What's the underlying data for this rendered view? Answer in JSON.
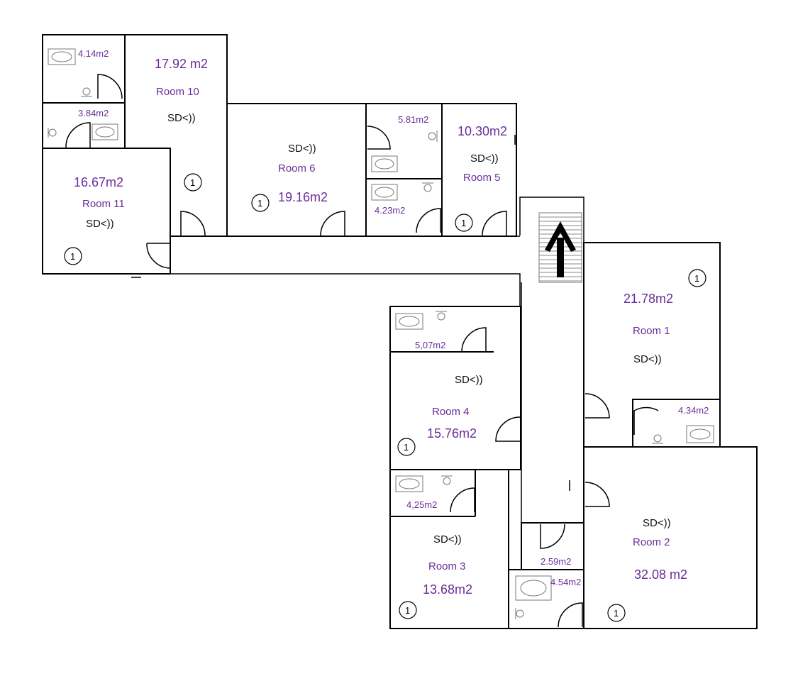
{
  "rooms": {
    "room1": {
      "name": "Room 1",
      "area": "21.78m2",
      "sd": "SD<))",
      "marker": "1"
    },
    "room2": {
      "name": "Room 2",
      "area": "32.08 m2",
      "sd": "SD<))",
      "marker": "1"
    },
    "room3": {
      "name": "Room 3",
      "area": "13.68m2",
      "sd": "SD<))",
      "marker": "1"
    },
    "room4": {
      "name": "Room 4",
      "area": "15.76m2",
      "sd": "SD<))",
      "marker": "1"
    },
    "room5": {
      "name": "Room 5",
      "area": "10.30m2",
      "sd": "SD<))",
      "marker": "1"
    },
    "room6": {
      "name": "Room 6",
      "area": "19.16m2",
      "sd": "SD<))",
      "marker": "1"
    },
    "room10": {
      "name": "Room 10",
      "area": "17.92 m2",
      "sd": "SD<))",
      "marker": "1"
    },
    "room11": {
      "name": "Room 11",
      "area": "16.67m2",
      "sd": "SD<))",
      "marker": "1"
    }
  },
  "bathrooms": {
    "b_top_left": "4.14m2",
    "b_left_small": "3.84m2",
    "b_r6_top": "5.81m2",
    "b_r6_bottom": "4.23m2",
    "b_room4": "5,07m2",
    "b_room3": "4,25m2",
    "b_room1": "4.34m2",
    "b_center_small": "2.59m2",
    "b_center_bottom": "4.54m2"
  },
  "stairs": {
    "direction": "up"
  }
}
